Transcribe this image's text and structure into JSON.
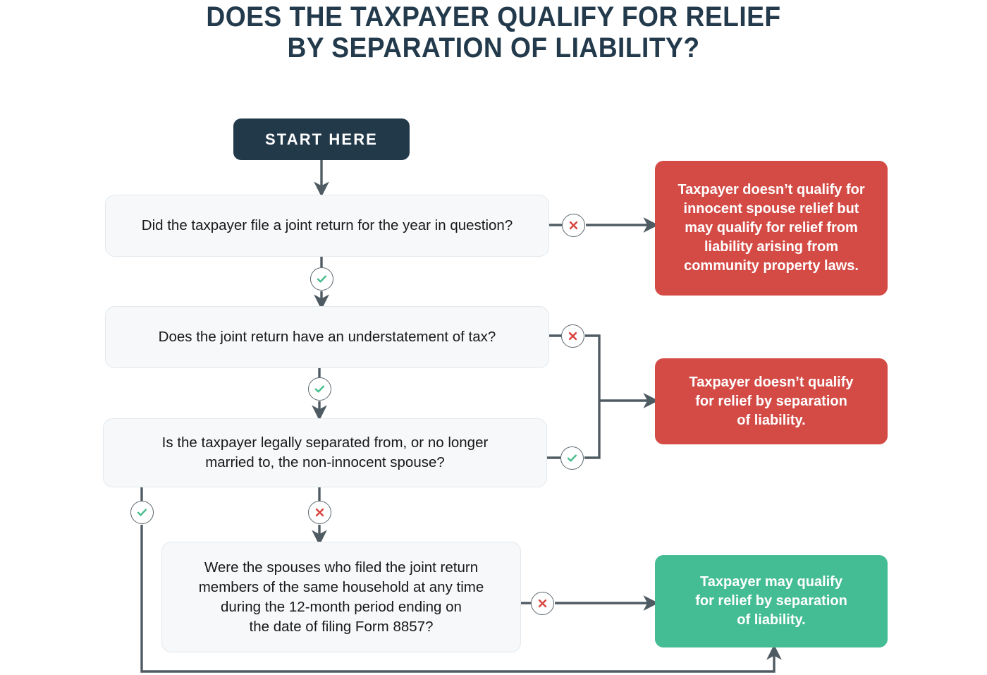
{
  "title": "DOES THE TAXPAYER QUALIFY FOR RELIEF\nBY SEPARATION OF LIABILITY?",
  "colors": {
    "title_navy": "#223a4b",
    "start_navy": "#22394a",
    "question_bg": "#f6f8fa",
    "question_border": "#e2e9ee",
    "negative_red": "#d44b46",
    "positive_green": "#45bd94",
    "check_green": "#4bbf91",
    "cross_red": "#d9453f",
    "connector_gray": "#4f5b63"
  },
  "start": {
    "label": "START HERE"
  },
  "questions": [
    {
      "id": "q1",
      "text": "Did the taxpayer file a joint return for the year in question?"
    },
    {
      "id": "q2",
      "text": "Does the joint return have an understatement of tax?"
    },
    {
      "id": "q3",
      "text": "Is the taxpayer legally separated from, or no longer\nmarried to, the non-innocent spouse?"
    },
    {
      "id": "q4",
      "text": "Were the spouses who filed the joint return\nmembers of the same household at any time\nduring the 12-month period ending on\nthe date of filing Form 8857?"
    }
  ],
  "outcomes": [
    {
      "id": "outcome1",
      "kind": "negative",
      "text": "Taxpayer doesn’t qualify for\ninnocent spouse relief but\nmay qualify for relief from\nliability arising from\ncommunity property laws."
    },
    {
      "id": "outcome2",
      "kind": "negative",
      "text": "Taxpayer doesn’t qualify\nfor relief by separation\nof liability."
    },
    {
      "id": "outcome3",
      "kind": "positive",
      "text": "Taxpayer may qualify\nfor relief by separation\nof liability."
    }
  ],
  "badges": [
    {
      "id": "b-q1-no",
      "icon": "cross-icon",
      "meaning": "no",
      "from": "q1",
      "to": "outcome1"
    },
    {
      "id": "b-q1-yes",
      "icon": "check-icon",
      "meaning": "yes",
      "from": "q1",
      "to": "q2"
    },
    {
      "id": "b-q2-no",
      "icon": "cross-icon",
      "meaning": "no",
      "from": "q2",
      "to": "outcome2"
    },
    {
      "id": "b-q2-yes",
      "icon": "check-icon",
      "meaning": "yes",
      "from": "q2",
      "to": "q3"
    },
    {
      "id": "b-q3-yes-right",
      "icon": "check-icon",
      "meaning": "yes",
      "from": "q3",
      "to": "outcome2"
    },
    {
      "id": "b-q3-yes-down",
      "icon": "check-icon",
      "meaning": "yes",
      "from": "q3",
      "to": "outcome3"
    },
    {
      "id": "b-q3-no",
      "icon": "cross-icon",
      "meaning": "no",
      "from": "q3",
      "to": "q4"
    },
    {
      "id": "b-q4-no",
      "icon": "cross-icon",
      "meaning": "no",
      "from": "q4",
      "to": "outcome3"
    }
  ]
}
